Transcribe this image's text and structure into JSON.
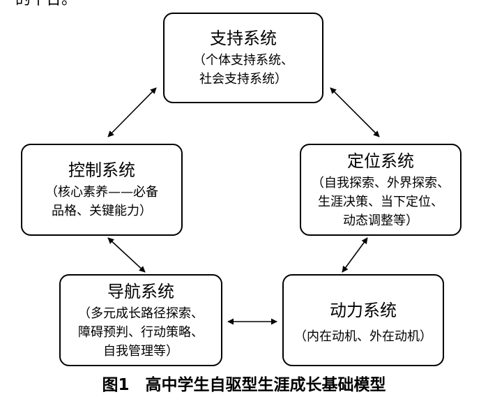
{
  "top_fragment": "的平台。",
  "nodes": {
    "support": {
      "title": "支持系统",
      "desc": [
        "（个体支持系统、",
        "社会支持系统）"
      ]
    },
    "control": {
      "title": "控制系统",
      "desc": [
        "（核心素养——必备",
        "品格、关键能力）"
      ]
    },
    "position": {
      "title": "定位系统",
      "desc": [
        "（自我探索、外界探索、",
        "生涯决策、当下定位、",
        "动态调整等）"
      ]
    },
    "guide": {
      "title": "导航系统",
      "desc": [
        "（多元成长路径探索、",
        "障碍预判、行动策略、",
        "自我管理等）"
      ]
    },
    "drive": {
      "title": "动力系统",
      "desc": [
        "（内在动机、外在动机）"
      ]
    }
  },
  "caption": "图1　高中学生自驱型生涯成长基础模型"
}
